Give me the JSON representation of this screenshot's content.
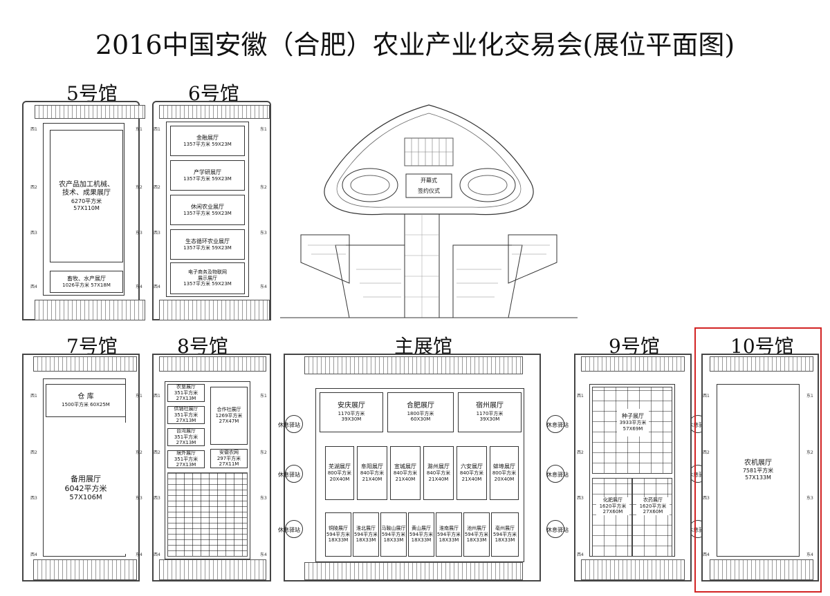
{
  "title": "2016中国安徽（合肥）农业产业化交易会(展位平面图)",
  "accent_color": "#d22222",
  "halls": {
    "h5": {
      "label": "5号馆",
      "booths": [
        {
          "name": "农产品加工机械、",
          "line2": "技术、成果展厅",
          "area": "6270平方米",
          "dims": "57X110M"
        },
        {
          "name": "畜牧、水产展厅",
          "area": "1026平方米",
          "dims": "57X18M"
        }
      ]
    },
    "h6": {
      "label": "6号馆",
      "booths": [
        {
          "name": "金融展厅",
          "spec": "1357平方米   59X23M"
        },
        {
          "name": "产学研展厅",
          "spec": "1357平方米   59X23M"
        },
        {
          "name": "休闲农业展厅",
          "spec": "1357平方米   59X23M"
        },
        {
          "name": "生态循环农业展厅",
          "spec": "1357平方米   59X23M"
        },
        {
          "name": "电子商务及物联网",
          "line2": "展示展厅",
          "spec": "1357平方米   59X23M"
        }
      ]
    },
    "h7": {
      "label": "7号馆",
      "booths": [
        {
          "name": "仓    库",
          "spec": "1500平方米 60X25M"
        },
        {
          "name": "备用展厅",
          "area": "6042平方米",
          "dims": "57X106M"
        }
      ]
    },
    "h8": {
      "label": "8号馆",
      "booths": [
        {
          "name": "农垦展厅",
          "area": "351平方米",
          "dims": "27X13M"
        },
        {
          "name": "供销社展厅",
          "area": "351平方米",
          "dims": "27X13M"
        },
        {
          "name": "台湾展厅",
          "area": "351平方米",
          "dims": "27X13M"
        },
        {
          "name": "境外展厅",
          "area": "351平方米",
          "dims": "27X13M"
        },
        {
          "name": "合作社展厅",
          "area": "1269平方米",
          "dims": "27X47M"
        },
        {
          "name": "安徽农网",
          "area": "297平方米",
          "dims": "27X11M"
        }
      ]
    },
    "main": {
      "label": "主展馆",
      "top_row": [
        {
          "name": "安庆展厅",
          "area": "1170平方米",
          "dims": "39X30M"
        },
        {
          "name": "合肥展厅",
          "area": "1800平方米",
          "dims": "60X30M"
        },
        {
          "name": "宿州展厅",
          "area": "1170平方米",
          "dims": "39X30M"
        }
      ],
      "mid_row": [
        {
          "name": "芜湖展厅",
          "area": "800平方米",
          "dims": "20X40M"
        },
        {
          "name": "阜阳展厅",
          "area": "840平方米",
          "dims": "21X40M"
        },
        {
          "name": "宣城展厅",
          "area": "840平方米",
          "dims": "21X40M"
        },
        {
          "name": "滁州展厅",
          "area": "840平方米",
          "dims": "21X40M"
        },
        {
          "name": "六安展厅",
          "area": "840平方米",
          "dims": "21X40M"
        },
        {
          "name": "蚌埠展厅",
          "area": "800平方米",
          "dims": "20X40M"
        }
      ],
      "bottom_row": [
        {
          "name": "铜陵展厅",
          "area": "594平方米",
          "dims": "18X33M"
        },
        {
          "name": "淮北展厅",
          "area": "594平方米",
          "dims": "18X33M"
        },
        {
          "name": "马鞍山展厅",
          "area": "594平方米",
          "dims": "18X33M"
        },
        {
          "name": "黄山展厅",
          "area": "594平方米",
          "dims": "18X33M"
        },
        {
          "name": "淮南展厅",
          "area": "594平方米",
          "dims": "18X33M"
        },
        {
          "name": "池州展厅",
          "area": "594平方米",
          "dims": "18X33M"
        },
        {
          "name": "亳州展厅",
          "area": "594平方米",
          "dims": "18X33M"
        }
      ]
    },
    "h9": {
      "label": "9号馆",
      "booths": [
        {
          "name": "种子展厅",
          "area": "3933平方米",
          "dims": "57X69M"
        },
        {
          "name": "化肥展厅",
          "area": "1620平方米",
          "dims": "27X60M"
        },
        {
          "name": "农药展厅",
          "area": "1620平方米",
          "dims": "27X60M"
        }
      ]
    },
    "h10": {
      "label": "10号馆",
      "booths": [
        {
          "name": "农机展厅",
          "area": "7581平方米",
          "dims": "57X133M"
        }
      ]
    }
  },
  "center": {
    "opening": "开幕式",
    "signing": "签约仪式"
  },
  "rest_station": "休息驿站",
  "edge_labels": {
    "west": [
      "西1",
      "西2",
      "西3",
      "西4"
    ],
    "east": [
      "东1",
      "东2",
      "东3",
      "东4"
    ]
  }
}
